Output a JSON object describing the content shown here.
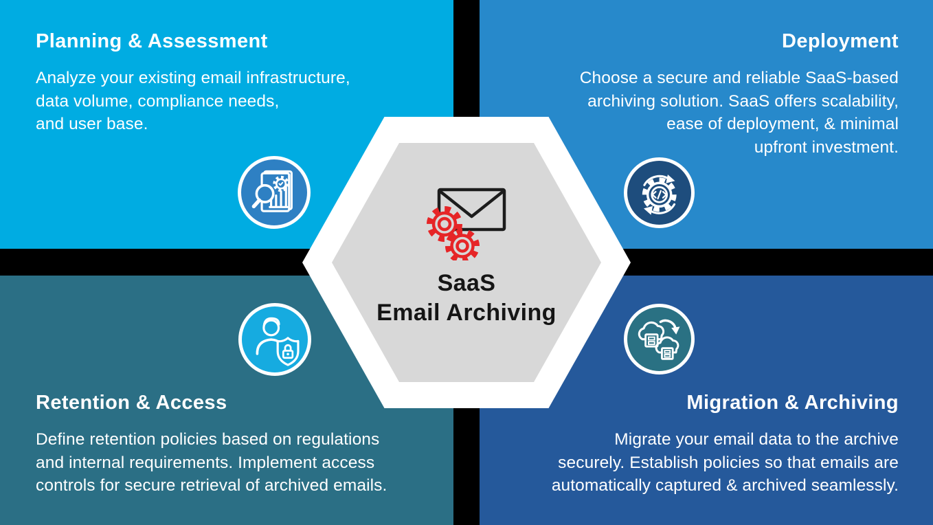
{
  "infographic": {
    "center": {
      "icon": "email-gears-icon",
      "title_line1": "SaaS",
      "title_line2": "Email Archiving"
    },
    "quadrants": [
      {
        "id": "planning-assessment",
        "title": "Planning & Assessment",
        "body": "Analyze your existing email infrastructure,\ndata volume, compliance needs,\nand user base.",
        "icon": "analysis-report-icon",
        "bg_color": "#00ACE2",
        "icon_bg_color": "#2E80C3"
      },
      {
        "id": "deployment",
        "title": "Deployment",
        "body": "Choose a secure and reliable SaaS-based\narchiving solution. SaaS offers scalability,\nease of deployment, & minimal\nupfront investment.",
        "icon": "code-gear-sync-icon",
        "bg_color": "#2789CB",
        "icon_bg_color": "#1E4D7D"
      },
      {
        "id": "retention-access",
        "title": "Retention & Access",
        "body": "Define retention policies based on regulations\nand internal requirements. Implement access\ncontrols for secure retrieval of archived emails.",
        "icon": "user-shield-lock-icon",
        "bg_color": "#2B6F85",
        "icon_bg_color": "#16ABE0"
      },
      {
        "id": "migration-archiving",
        "title": "Migration & Archiving",
        "body": "Migrate your email data to the archive\nsecurely. Establish policies so that emails are\nautomatically captured & archived seamlessly.",
        "icon": "cloud-migration-icon",
        "bg_color": "#25599B",
        "icon_bg_color": "#2A7183"
      }
    ],
    "colors": {
      "background_cross": "#000000",
      "hex_outer": "#FFFFFF",
      "hex_inner": "#D8D8D8",
      "accent_red": "#E62527",
      "body_text": "#FFFFFF",
      "center_text": "#151515"
    }
  }
}
